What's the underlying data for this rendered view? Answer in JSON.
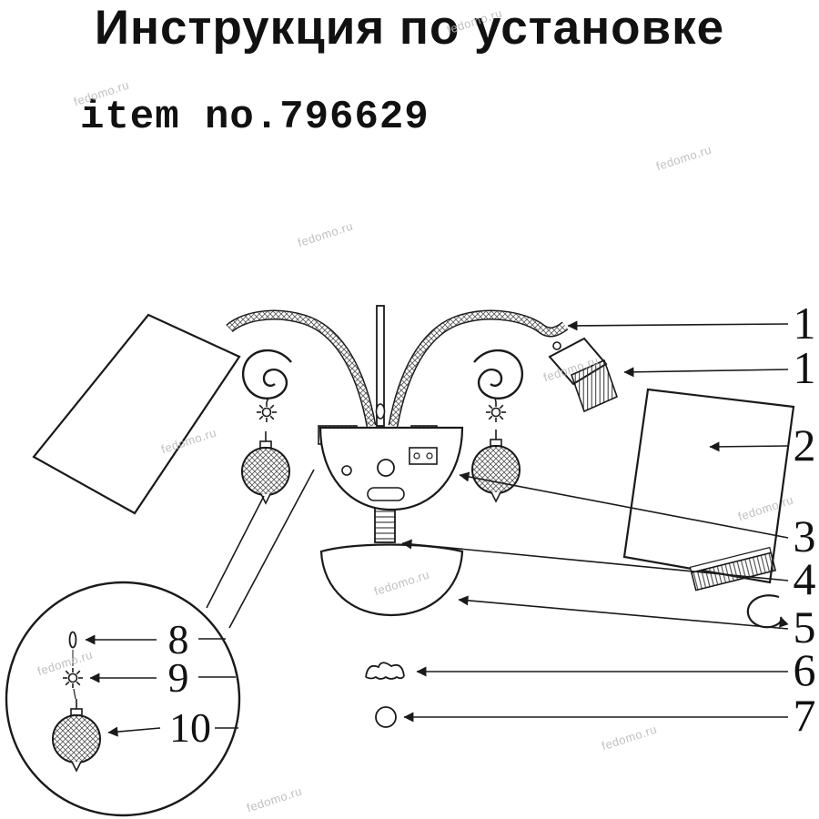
{
  "title": "Инструкция по установке",
  "item_no": "item no.796629",
  "watermark": "fedomo.ru",
  "colors": {
    "line": "#1a1a1a",
    "watermark": "#b9b9b9",
    "background": "#ffffff"
  },
  "callouts": [
    {
      "label": "1",
      "target": "lamp-arm"
    },
    {
      "label": "1",
      "target": "spot-lampshade"
    },
    {
      "label": "2",
      "target": "fabric-lampshade"
    },
    {
      "label": "3",
      "target": "mount-base"
    },
    {
      "label": "4",
      "target": "threaded-pipe"
    },
    {
      "label": "5",
      "target": "glass-dome"
    },
    {
      "label": "6",
      "target": "decor-trim"
    },
    {
      "label": "7",
      "target": "mount-ring"
    }
  ],
  "detail_callouts": [
    {
      "label": "8",
      "target": "pin"
    },
    {
      "label": "9",
      "target": "connector"
    },
    {
      "label": "10",
      "target": "crystal-ball"
    }
  ]
}
